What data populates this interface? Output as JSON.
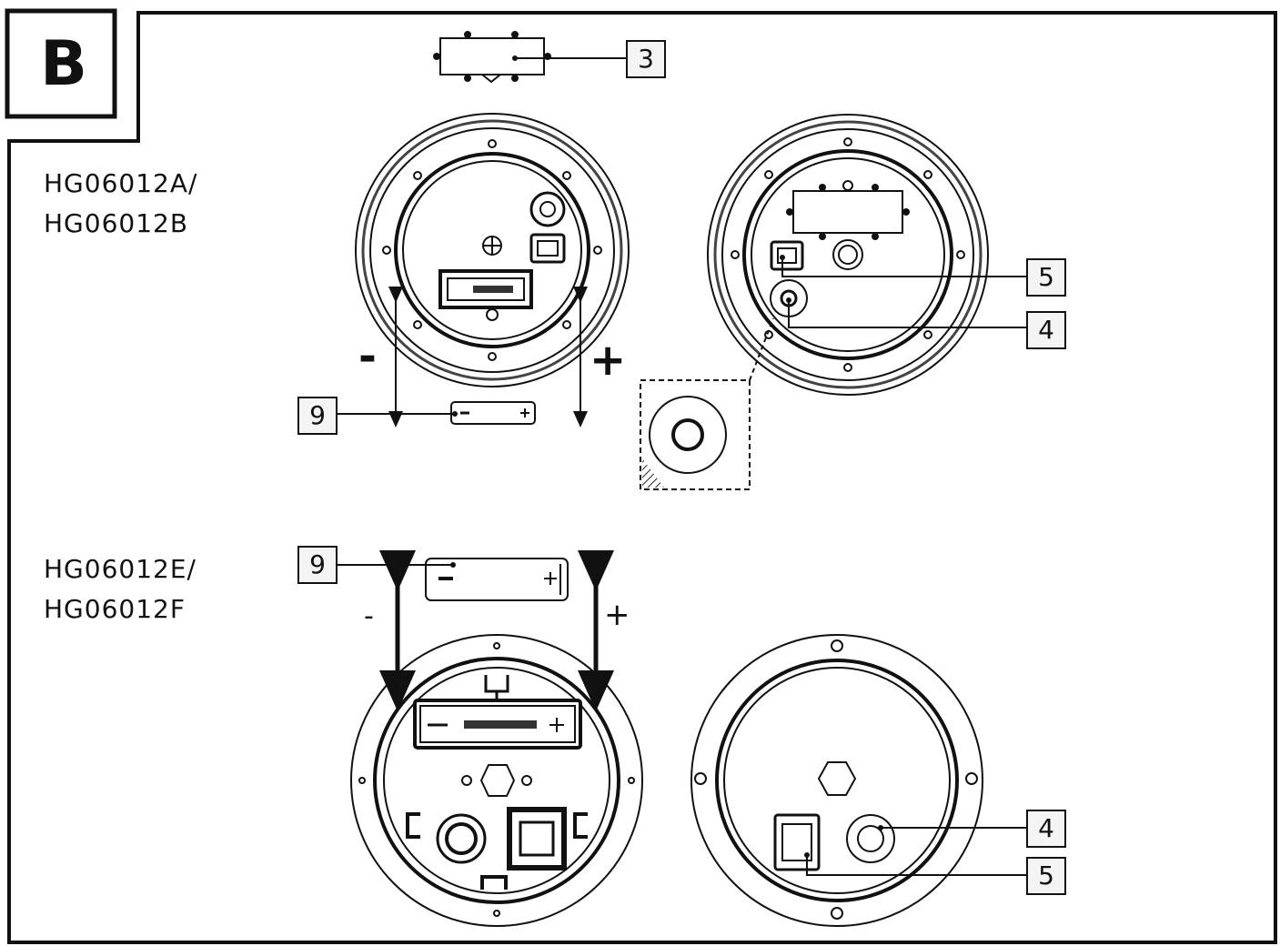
{
  "panel": {
    "letter": "B"
  },
  "models": {
    "top": {
      "line1": "HG06012A/",
      "line2": "HG06012B"
    },
    "bottom": {
      "line1": "HG06012E/",
      "line2": "HG06012F"
    }
  },
  "callouts": {
    "top_battery_holder": "3",
    "top_battery": "9",
    "top_usb_port": "5",
    "top_led": "4",
    "bottom_battery": "9",
    "bottom_led": "4",
    "bottom_usb_port": "5"
  },
  "polarity": {
    "top_minus": "-",
    "top_plus": "+",
    "bottom_minus": "-",
    "bottom_plus": "+"
  },
  "icons": [
    "solar-light-base-icon",
    "battery-icon",
    "usb-port-icon",
    "led-indicator-icon",
    "screw-icon"
  ]
}
